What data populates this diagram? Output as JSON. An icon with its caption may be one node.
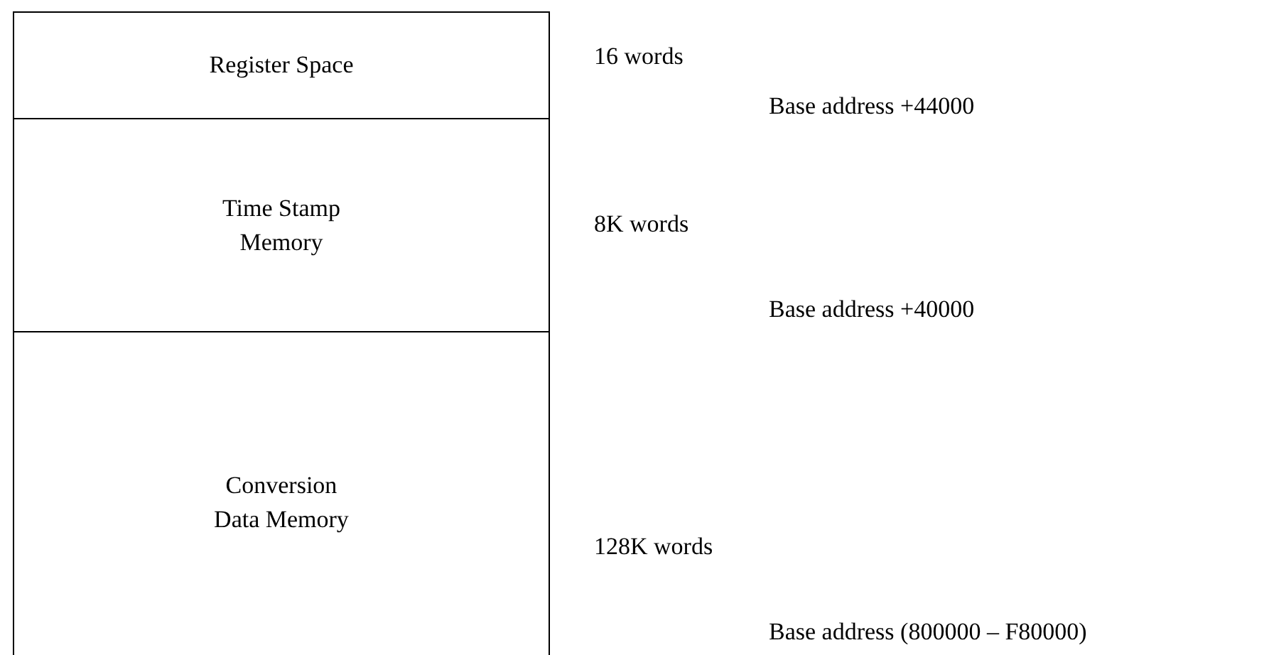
{
  "diagram": {
    "nodes": [
      {
        "text": [
          "Register Space"
        ],
        "beside": [
          "16 words"
        ]
      },
      {
        "text": [
          "Time Stamp Memory"
        ],
        "beside": [
          "8K words"
        ]
      },
      {
        "text": [
          "Conversion Data Memory"
        ],
        "beside": [
          "128K words"
        ]
      }
    ],
    "labels": [
      "Base address +44000",
      "Base address +40000",
      "Base address (800000 – F80000)"
    ]
  }
}
